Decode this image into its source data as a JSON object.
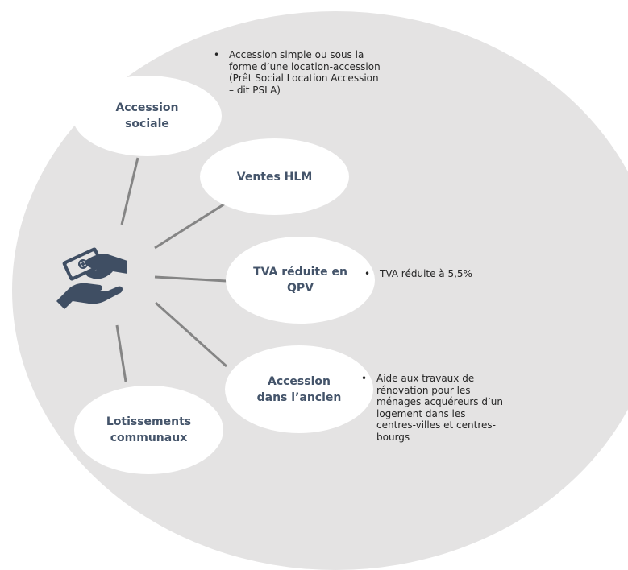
{
  "colors": {
    "background_circle": "#e4e3e3",
    "node_fill": "#ffffff",
    "node_text": "#44546a",
    "connector": "#858585",
    "note_text": "#262626",
    "icon": "#3f4e63"
  },
  "center_icon": "hand-giving-money-icon",
  "nodes": [
    {
      "id": "accession-sociale",
      "label": "Accession\nsociale"
    },
    {
      "id": "ventes-hlm",
      "label": "Ventes HLM"
    },
    {
      "id": "tva-reduite",
      "label": "TVA réduite en\nQPV"
    },
    {
      "id": "accession-ancien",
      "label": "Accession\ndans l’ancien"
    },
    {
      "id": "lotissements",
      "label": "Lotissements\ncommunaux"
    }
  ],
  "notes": [
    {
      "for": "accession-sociale",
      "bullet": "•",
      "text": "Accession simple ou sous la\nforme d’une location-accession\n(Prêt Social Location Accession\n– dit PSLA)"
    },
    {
      "for": "tva-reduite",
      "bullet": "•",
      "text": "TVA réduite à 5,5%"
    },
    {
      "for": "accession-ancien",
      "bullet": "•",
      "text": "Aide aux travaux de\nrénovation pour les\nménages acquéreurs d’un\nlogement dans les\ncentres-villes et centres-\nbourgs"
    }
  ]
}
